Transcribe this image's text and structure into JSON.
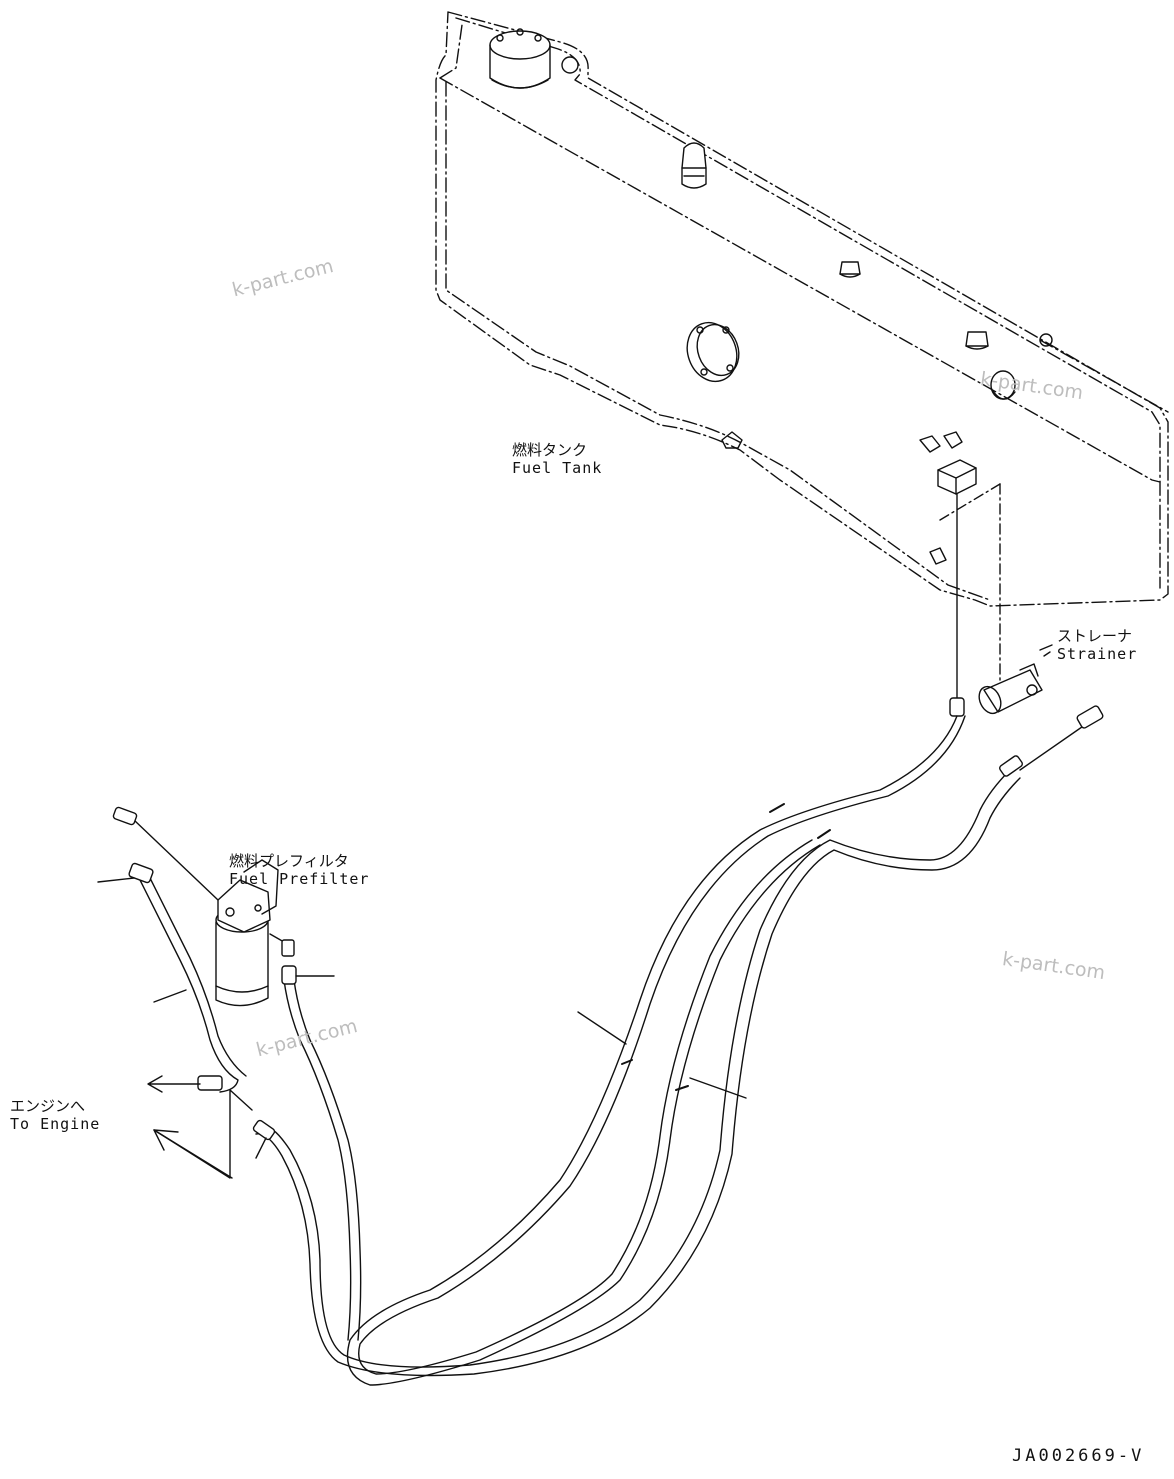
{
  "labels": {
    "fuel_tank": {
      "ja": "燃料タンク",
      "en": "Fuel Tank"
    },
    "strainer": {
      "ja": "ストレーナ",
      "en": "Strainer"
    },
    "fuel_prefilter": {
      "ja": "燃料プレフィルタ",
      "en": "Fuel Prefilter"
    },
    "to_engine": {
      "ja": "エンジンへ",
      "en": "To Engine"
    }
  },
  "watermarks": [
    "k-part.com",
    "k-part.com",
    "k-part.com",
    "k-part.com"
  ],
  "drawing_code": "JA002669-V",
  "colors": {
    "line": "#111111",
    "watermark": "#bdbdbd",
    "background": "#ffffff"
  }
}
